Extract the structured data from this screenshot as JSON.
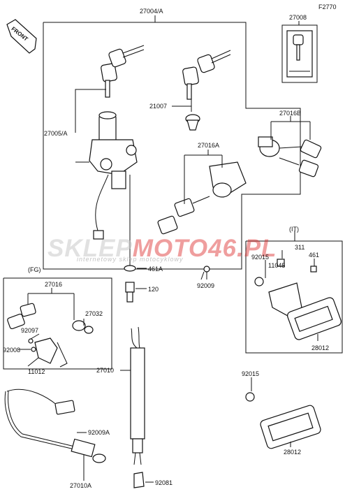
{
  "page_code": "F2770",
  "front_label": "FRONT",
  "watermark": {
    "brand_a": "SKLEP",
    "brand_b": "MOTO",
    "brand_c": "46.PL",
    "subtitle": "internetowy sklep motocyklowy"
  },
  "parts": {
    "p27004A": "27004/A",
    "p27008": "27008",
    "p21007": "21007",
    "p27005A": "27005/A",
    "p27016B": "27016B",
    "p27016A": "27016A",
    "p461A": "461A",
    "p120": "120",
    "p92009": "92009",
    "IT": "(IT)",
    "p311": "311",
    "p461": "461",
    "p92015a": "92015",
    "p11045": "11045",
    "p28012a": "28012",
    "FG": "(FG)",
    "p27016": "27016",
    "p27032": "27032",
    "p92097": "92097",
    "p92008": "92008",
    "p11012": "11012",
    "p27010": "27010",
    "p92009A": "92009A",
    "p27010A": "27010A",
    "p92081": "92081",
    "p92015b": "92015",
    "p28012b": "28012"
  }
}
